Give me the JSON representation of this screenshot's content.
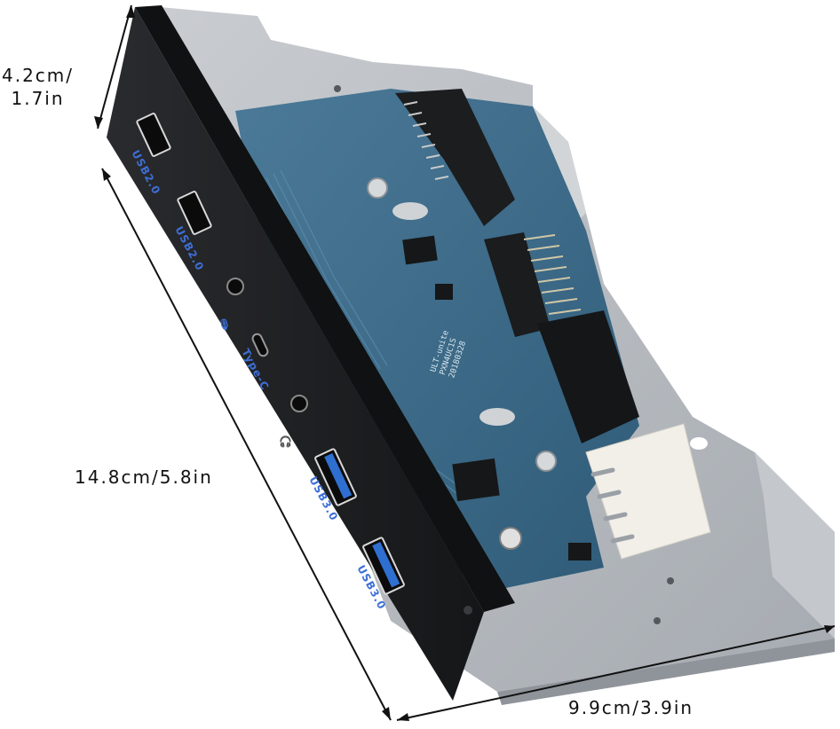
{
  "product": {
    "description": "5.25 inch front panel USB hub bay with PCB",
    "front_panel_ports": [
      {
        "label": "USB2.0",
        "type": "usb-a",
        "color": "#c9c9c9"
      },
      {
        "label": "USB2.0",
        "type": "usb-a",
        "color": "#c9c9c9"
      },
      {
        "label": "",
        "type": "audio-jack-mic",
        "icon": "microphone-icon"
      },
      {
        "label": "Type-C",
        "type": "usb-c"
      },
      {
        "label": "",
        "type": "audio-jack-headphone",
        "icon": "headphone-icon"
      },
      {
        "label": "USB3.0",
        "type": "usb-a",
        "color": "#2f6fd0"
      },
      {
        "label": "USB3.0",
        "type": "usb-a",
        "color": "#2f6fd0"
      }
    ],
    "board_markings": {
      "brand": "ULT-unite",
      "registered": "®",
      "model": "PXN4UC1S",
      "date": "20180328"
    }
  },
  "dimensions": {
    "height": "4.2cm/\n1.7in",
    "length": "14.8cm/5.8in",
    "depth": "9.9cm/3.9in"
  },
  "colors": {
    "panel": "#1e1f21",
    "pcb": "#3e6e8e",
    "bracket": "#b9bdc2",
    "label_blue": "#3d6fd6",
    "molex": "#f2efe8"
  }
}
